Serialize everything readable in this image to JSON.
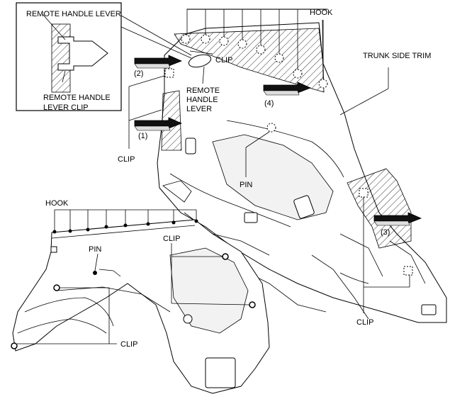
{
  "labels": {
    "remote_handle_lever_inset": "REMOTE HANDLE LEVER",
    "remote_handle_lever_clip_line1": "REMOTE HANDLE",
    "remote_handle_lever_clip_line2": "LEVER CLIP",
    "hook_top": "HOOK",
    "trunk_side_trim": "TRUNK SIDE TRIM",
    "clip_top": "CLIP",
    "remote_handle_lever_line1": "REMOTE",
    "remote_handle_lever_line2": "HANDLE",
    "remote_handle_lever_line3": "LEVER",
    "step2": "(2)",
    "step1": "(1)",
    "step4": "(4)",
    "step3": "(3)",
    "clip_left": "CLIP",
    "pin_right": "PIN",
    "clip_bottom_right": "CLIP",
    "hook_lower": "HOOK",
    "pin_lower": "PIN",
    "clip_lower_middle": "CLIP",
    "clip_lower_bottom": "CLIP"
  }
}
